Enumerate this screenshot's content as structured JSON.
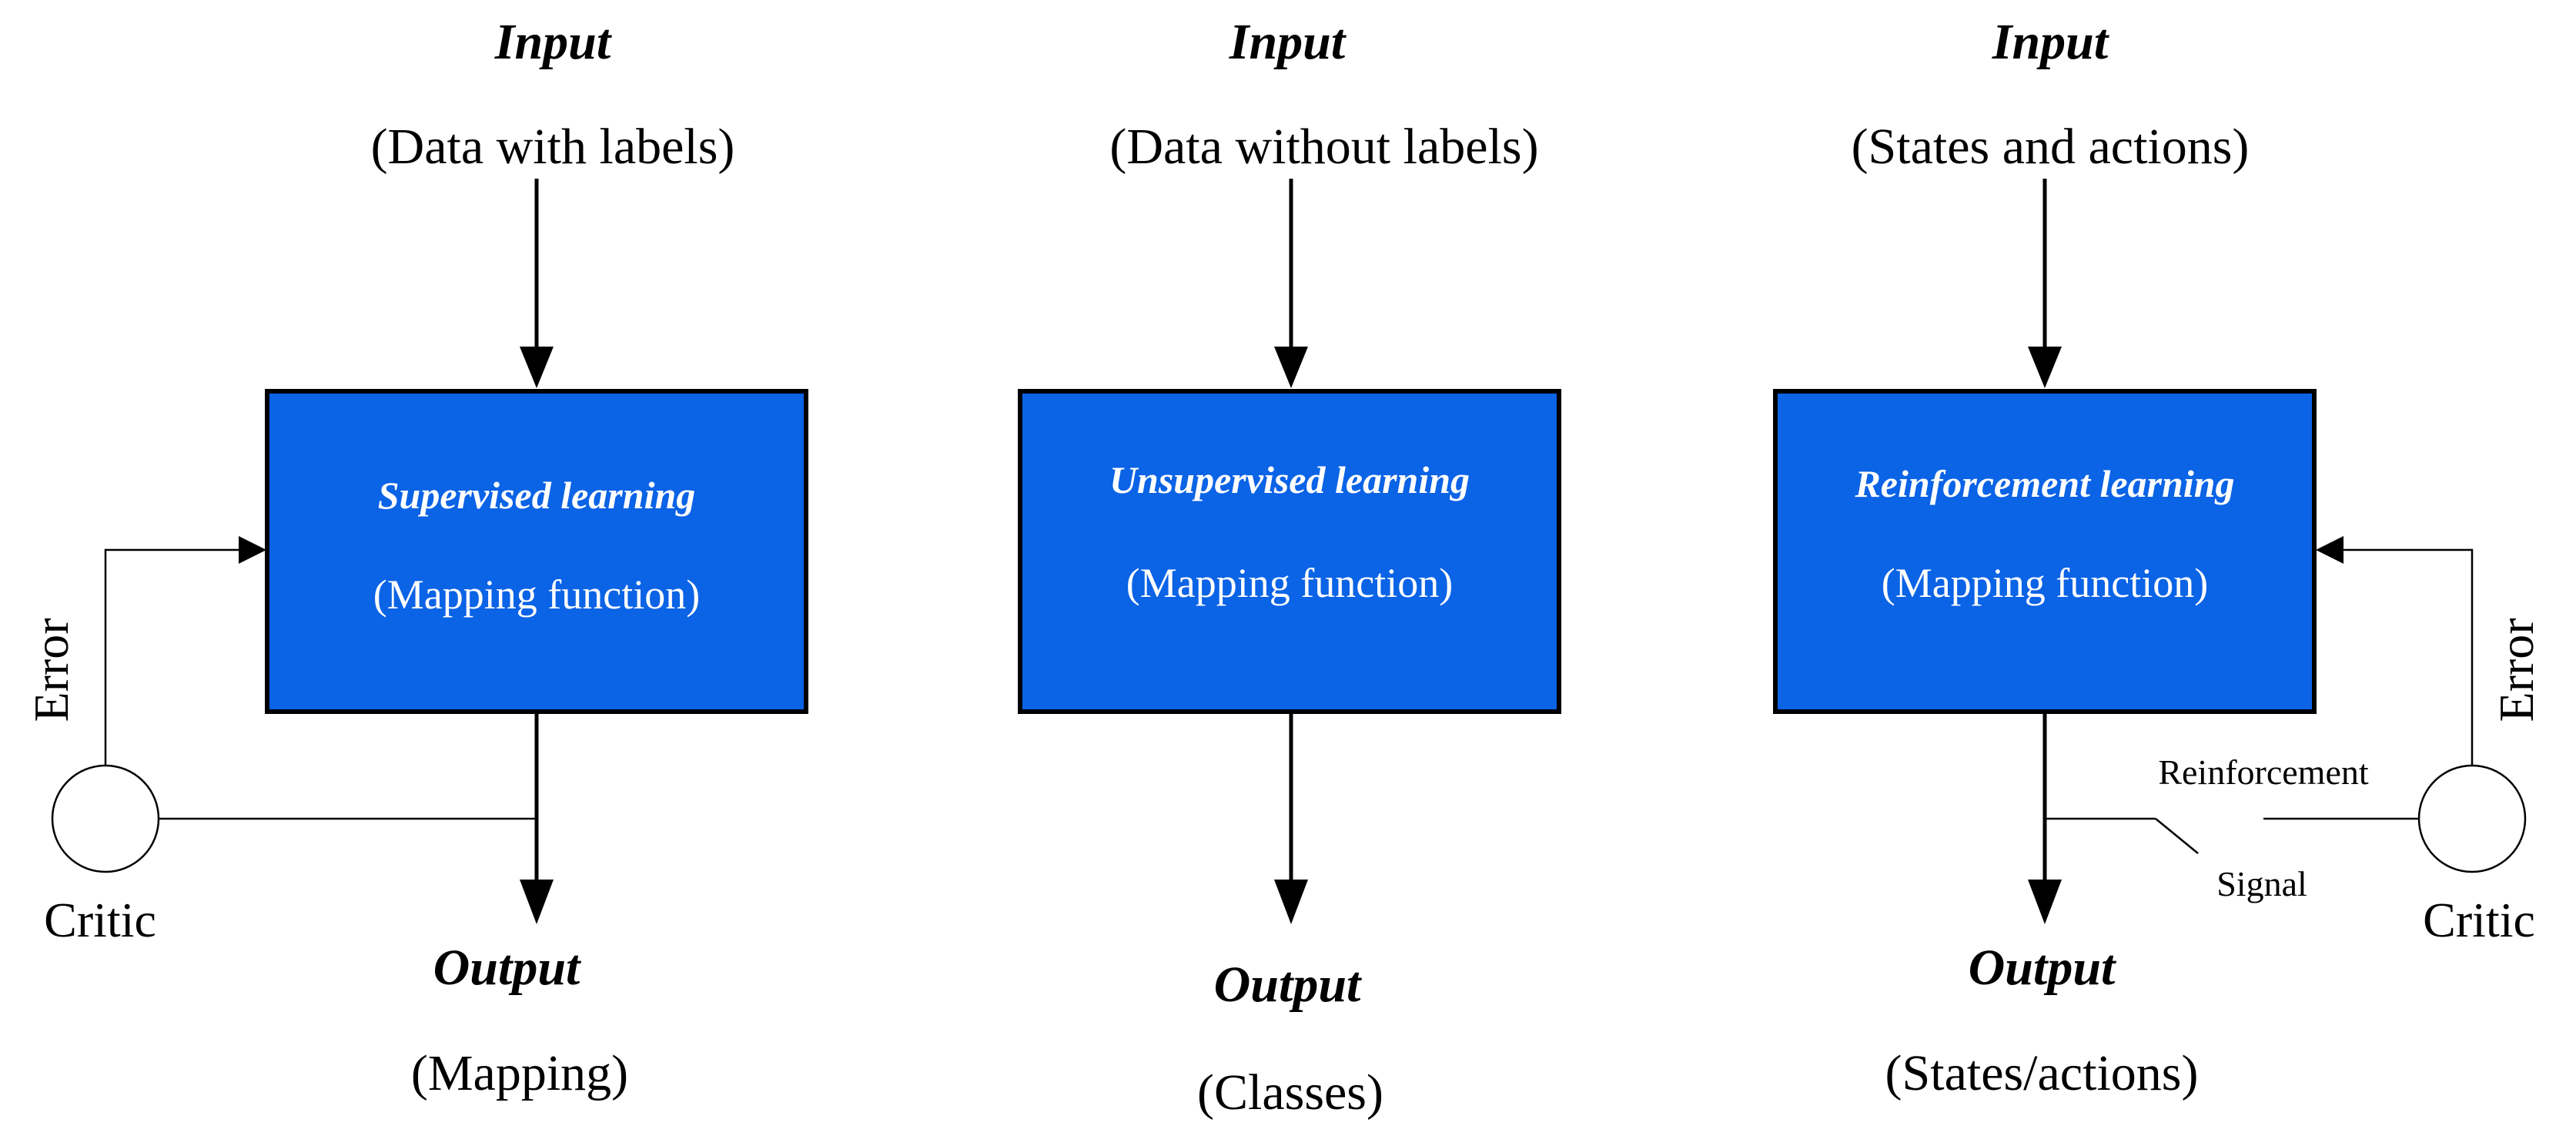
{
  "colors": {
    "box_fill": "#0b63e6",
    "line": "#000000",
    "box_text": "#ffffff"
  },
  "panels": [
    {
      "input_title": "Input",
      "input_sub": "(Data with labels)",
      "box_title": "Supervised learning",
      "box_sub": "(Mapping function)",
      "output_title": "Output",
      "output_sub": "(Mapping)",
      "feedback": {
        "error_label": "Error",
        "critic_label": "Critic"
      }
    },
    {
      "input_title": "Input",
      "input_sub": "(Data without labels)",
      "box_title": "Unsupervised learning",
      "box_sub": "(Mapping function)",
      "output_title": "Output",
      "output_sub": "(Classes)"
    },
    {
      "input_title": "Input",
      "input_sub": "(States and actions)",
      "box_title": "Reinforcement learning",
      "box_sub": "(Mapping function)",
      "output_title": "Output",
      "output_sub": "(States/actions)",
      "feedback": {
        "error_label": "Error",
        "critic_label": "Critic",
        "reinforcement_label": "Reinforcement",
        "signal_label": "Signal"
      }
    }
  ]
}
